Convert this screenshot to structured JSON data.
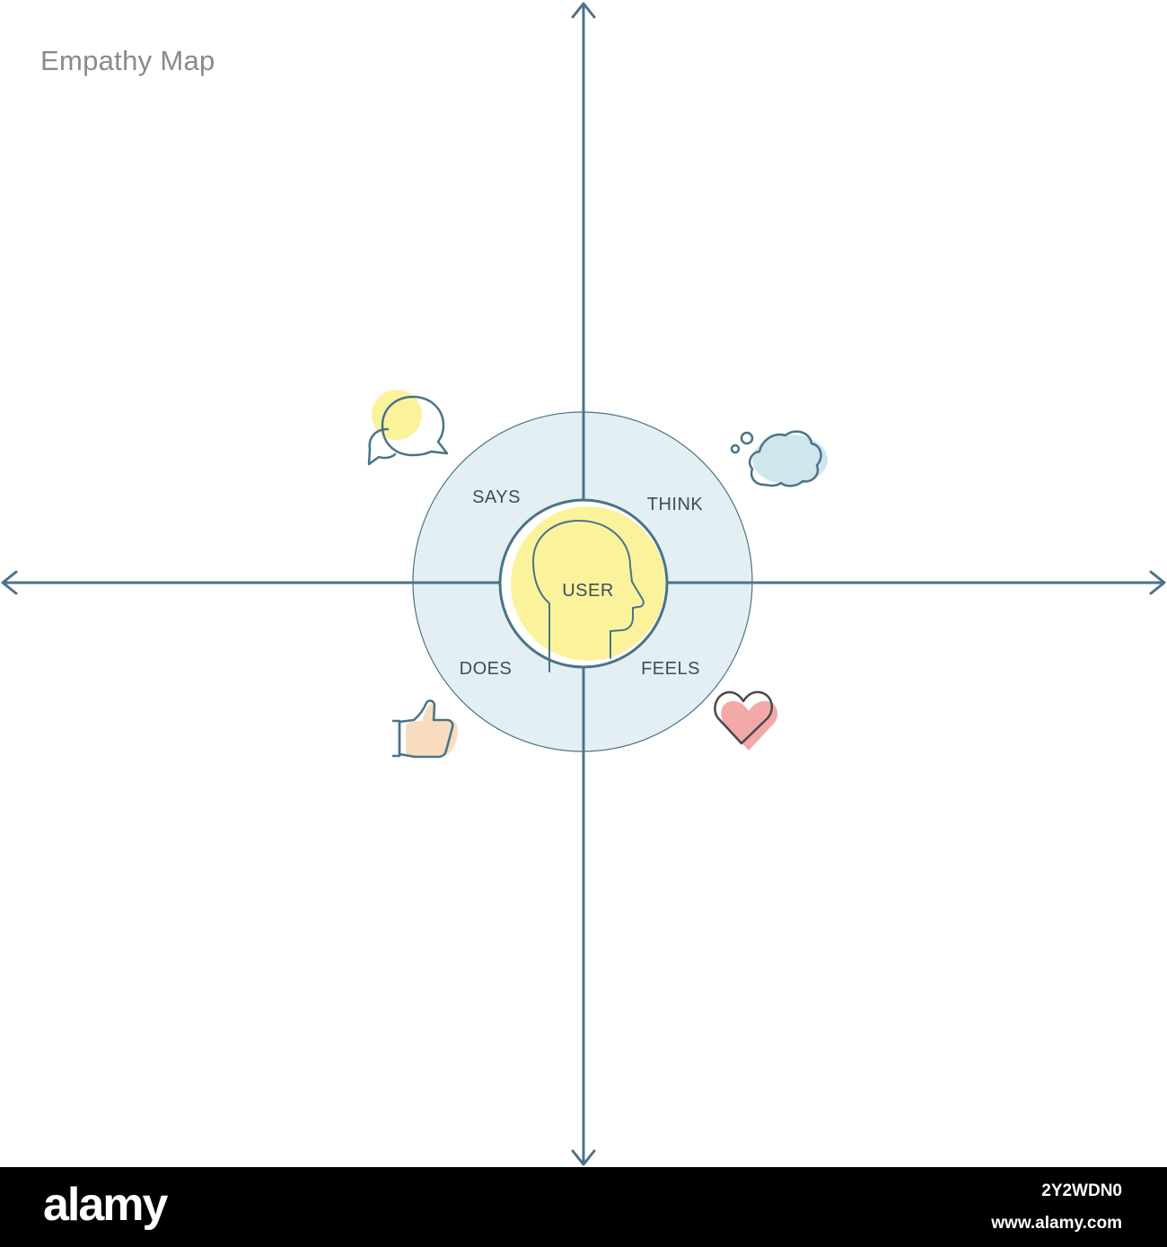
{
  "title": "Empathy Map",
  "center": {
    "label": "USER"
  },
  "quadrants": [
    {
      "label": "SAYS",
      "icon": "speech-bubbles-icon"
    },
    {
      "label": "THINK",
      "icon": "thought-cloud-icon"
    },
    {
      "label": "DOES",
      "icon": "thumbs-up-icon"
    },
    {
      "label": "FEELS",
      "icon": "heart-icon"
    }
  ],
  "colors": {
    "axis": "#4a7388",
    "ring_fill": "#e3eff2",
    "center_fill": "#fbf39c",
    "heart_fill": "#f3a9a7",
    "hand_fill": "#f7dcc0",
    "cloud_fill": "#cfe6ec",
    "bubble_fill": "#fbf39c"
  },
  "footer": {
    "logo": "alamy",
    "image_id": "2Y2WDN0",
    "credit": "www.alamy.com"
  }
}
